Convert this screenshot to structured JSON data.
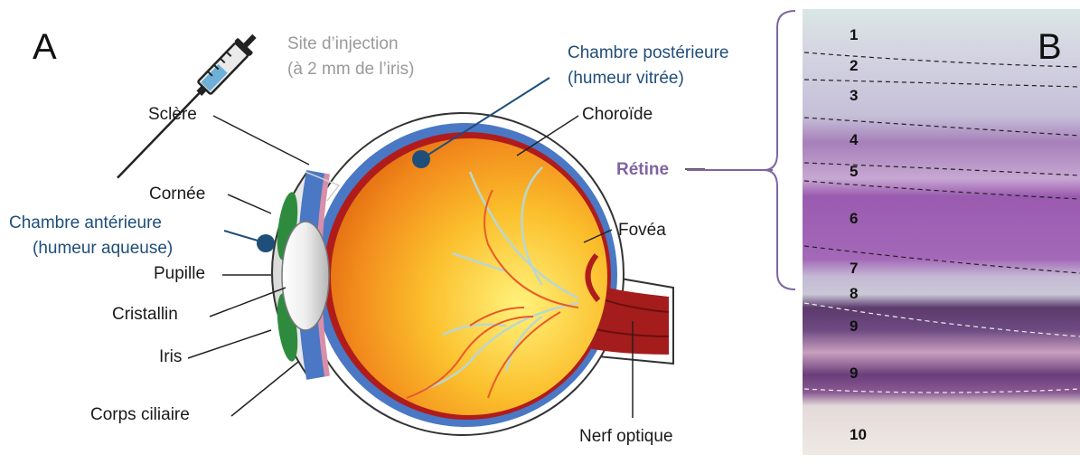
{
  "panels": {
    "a": "A",
    "b": "B"
  },
  "labels": {
    "site_injection_line1": "Site d’injection",
    "site_injection_line2": "(à 2 mm de l’iris)",
    "chambre_post_line1": "Chambre postérieure",
    "chambre_post_line2": "(humeur vitrée)",
    "sclere": "Sclère",
    "choroide": "Choroïde",
    "retine": "Rétine",
    "cornee": "Cornée",
    "chambre_ant_line1": "Chambre antérieure",
    "chambre_ant_line2": "(humeur aqueuse)",
    "fovea": "Fovéa",
    "pupille": "Pupille",
    "cristallin": "Cristallin",
    "iris": "Iris",
    "corps_ciliaire": "Corps ciliaire",
    "nerf_optique": "Nerf optique"
  },
  "retina_layers": [
    "1",
    "2",
    "3",
    "4",
    "5",
    "6",
    "7",
    "8",
    "9",
    "9",
    "10"
  ],
  "colors": {
    "chamber_marker": "#1f4e79",
    "retine_bracket": "#8064a2",
    "sclera_layer": "#4a78c4",
    "choroid_layer": "#b01c1c",
    "eyeball": "#f2941e",
    "iris": "#2e8b3e"
  }
}
